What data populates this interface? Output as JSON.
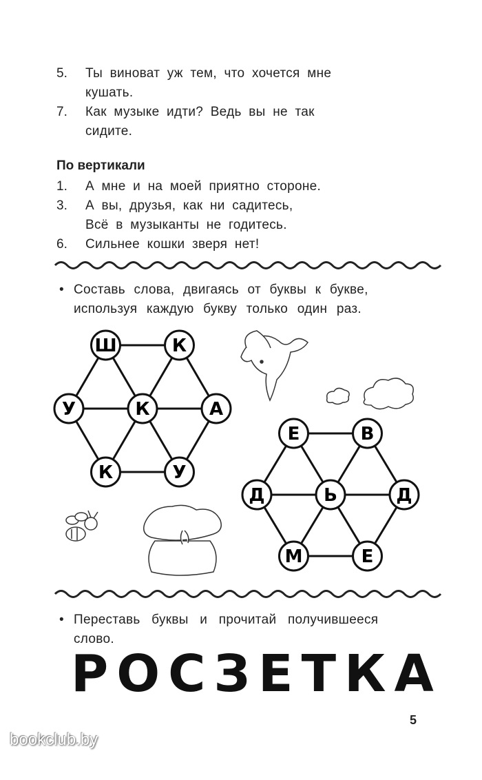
{
  "horizontal_clues": [
    {
      "num": "5.",
      "lines": [
        "Ты виноват уж тем, что хочется мне",
        "кушать."
      ]
    },
    {
      "num": "7.",
      "lines": [
        "Как музыке идти? Ведь вы не так",
        "сидите."
      ]
    }
  ],
  "vertical_heading": "По вертикали",
  "vertical_clues": [
    {
      "num": "1.",
      "lines": [
        "А мне и на моей приятно стороне."
      ]
    },
    {
      "num": "3.",
      "lines": [
        "А вы, друзья, как ни садитесь,",
        "Всё в музыканты не годитесь."
      ]
    },
    {
      "num": "6.",
      "lines": [
        "Сильнее кошки зверя нет!"
      ]
    }
  ],
  "task1": {
    "bullet": "•",
    "lines": [
      "Составь слова, двигаясь от буквы к букве,",
      "используя каждую букву только один раз."
    ]
  },
  "puzzle1": {
    "letters": [
      "Ш",
      "К",
      "У",
      "К",
      "А",
      "К",
      "У"
    ]
  },
  "puzzle2": {
    "letters": [
      "Е",
      "В",
      "Д",
      "Ь",
      "Д",
      "М",
      "Е"
    ]
  },
  "task2": {
    "bullet": "•",
    "lines": [
      "Переставь буквы и прочитай получившееся",
      "слово."
    ]
  },
  "scrambled_word": "РОСЗЕТКА",
  "page_number": "5",
  "watermark": "bookclub.by"
}
